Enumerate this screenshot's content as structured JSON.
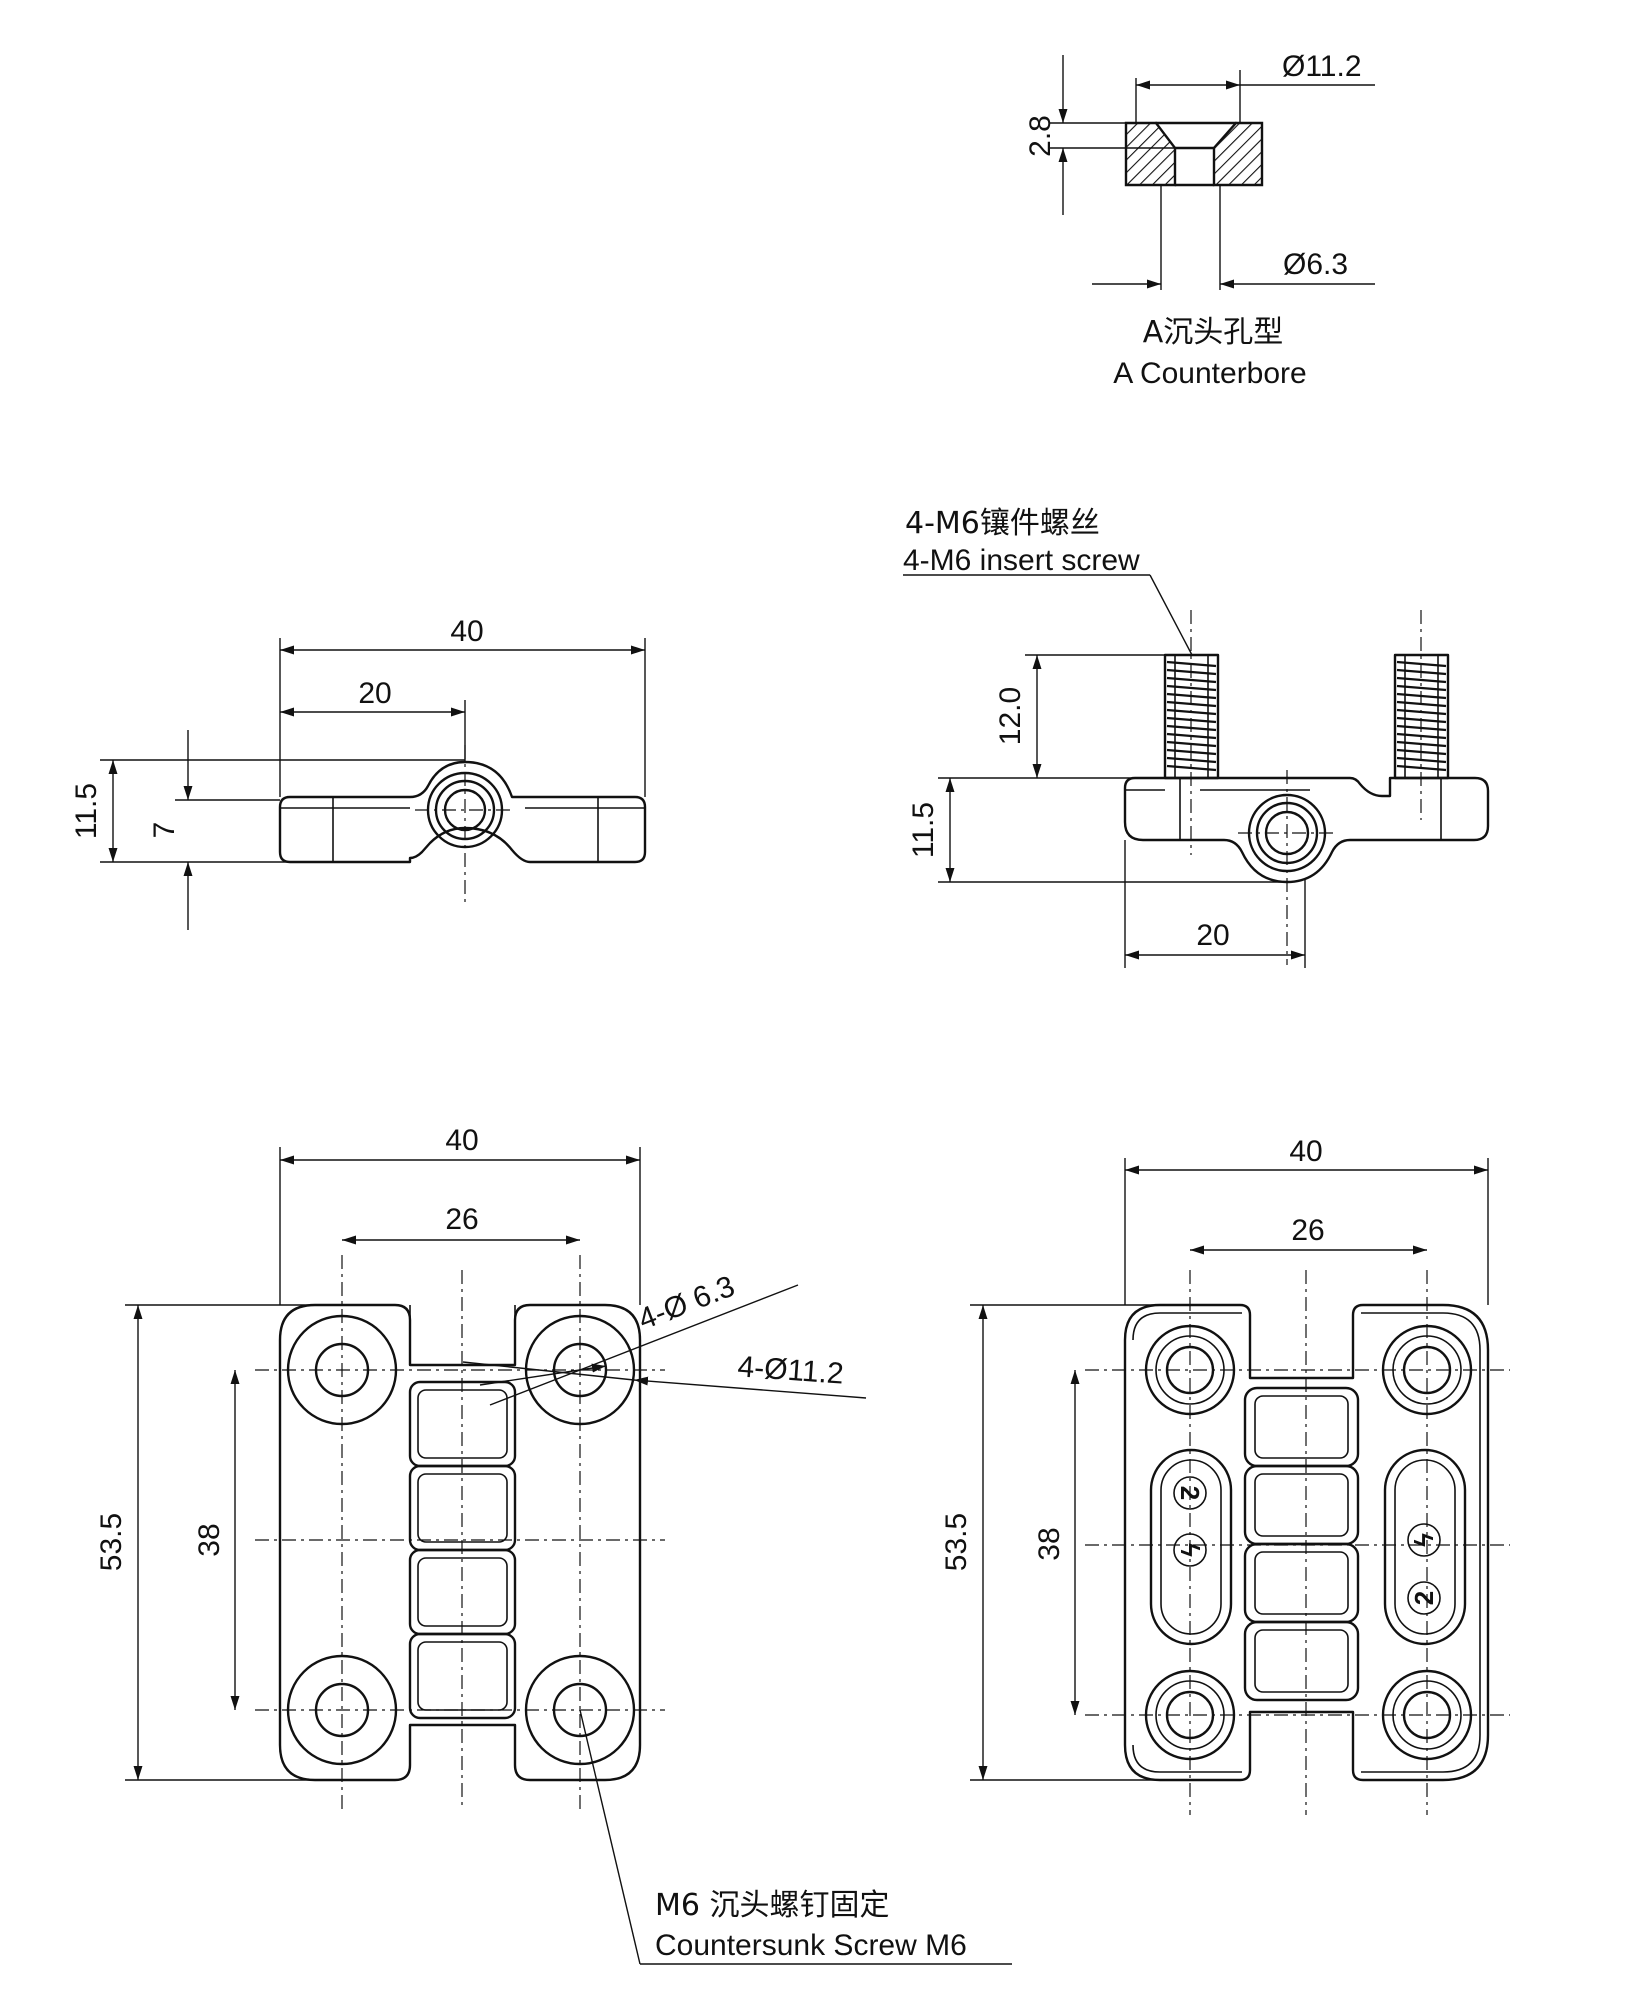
{
  "counterbore_detail": {
    "dim_outer_dia": "Ø11.2",
    "dim_depth": "2.8",
    "dim_inner_dia": "Ø6.3",
    "caption_cn": "A沉头孔型",
    "caption_en": "A Counterbore"
  },
  "side_view_left": {
    "dim_width": "40",
    "dim_pivot": "20",
    "dim_height": "11.5",
    "dim_thickness": "7"
  },
  "side_view_right": {
    "callout_cn": "4-M6镶件螺丝",
    "callout_en": "4-M6 insert screw",
    "dim_stud_length": "12.0",
    "dim_height": "11.5",
    "dim_pivot": "20"
  },
  "plan_view_left": {
    "dim_width": "40",
    "dim_hole_spacing_x": "26",
    "dim_length": "53.5",
    "dim_hole_spacing_y": "38",
    "callout_hole": "4-Ø 6.3",
    "callout_counterbore": "4-Ø11.2",
    "callout_screw_cn": "M6 沉头螺钉固定",
    "callout_screw_en": "Countersunk Screw M6"
  },
  "plan_view_right": {
    "dim_width": "40",
    "dim_hole_spacing_x": "26",
    "dim_length": "53.5",
    "dim_hole_spacing_y": "38",
    "slot_glyphs": [
      "2",
      "ϟ"
    ]
  }
}
